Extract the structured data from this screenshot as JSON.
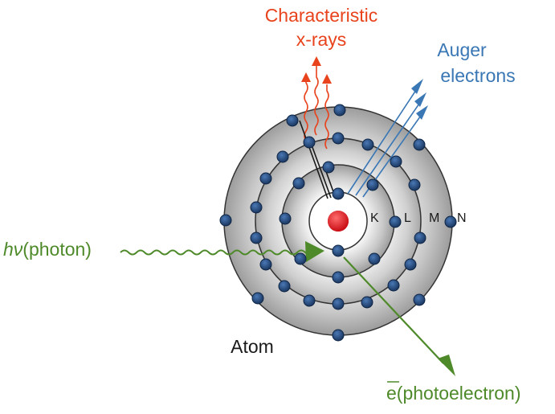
{
  "labels": {
    "xray_line1": "Characteristic",
    "xray_line2": "x-rays",
    "auger_line1": "Auger",
    "auger_line2": "electrons",
    "photon_h": "h",
    "photon_nu": "ν",
    "photon_text": "(photon)",
    "photoelectron_e": "e",
    "photoelectron_text": "(photoelectron)",
    "atom": "Atom",
    "shell_k": "K",
    "shell_l": "L",
    "shell_m": "M",
    "shell_n": "N"
  },
  "colors": {
    "xray": "#e8431c",
    "auger": "#3a77b5",
    "photon": "#4e8a2a",
    "electron": "#1f3f6e",
    "nucleus": "#d9151c"
  }
}
